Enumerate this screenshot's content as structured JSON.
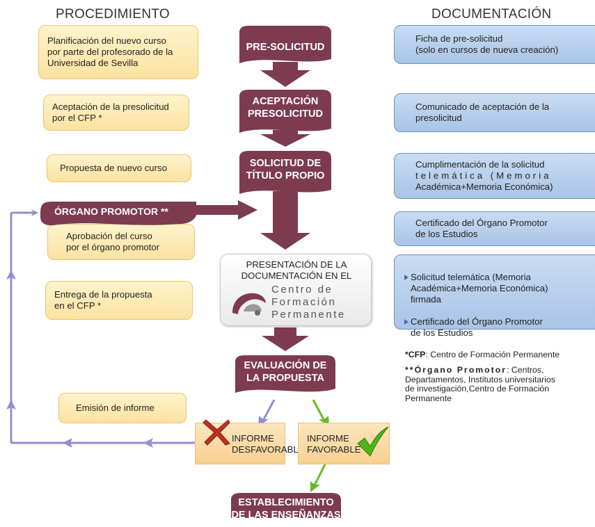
{
  "headers": {
    "procedimiento": "PROCEDIMIENTO",
    "documentacion": "DOCUMENTACIÓN"
  },
  "procedure": [
    "Planificación del nuevo curso\npor parte del profesorado de la\nUniversidad de Sevilla",
    "Aceptación de la presolicitud\npor el CFP *",
    "Propuesta de nuevo curso",
    "Aprobación del curso\npor el órgano promotor",
    "Entrega de la propuesta\nen el CFP *",
    "Emisión de informe"
  ],
  "organo_promotor": "ÓRGANO PROMOTOR **",
  "stages": [
    "PRE-SOLICITUD",
    "ACEPTACIÓN\nPRESOLICITUD",
    "SOLICITUD DE\nTÍTULO PROPIO",
    "EVALUACIÓN DE\nLA PROPUESTA",
    "ESTABLECIMIENTO\nDE LAS ENSEÑANZAS"
  ],
  "presentation": {
    "title": "PRESENTACIÓN DE LA\nDOCUMENTACIÓN EN EL",
    "logo_line1": "Centro de",
    "logo_line2": "Formación",
    "logo_line3": "Permanente"
  },
  "documentation": {
    "doc1": "Ficha de pre-solicitud\n(solo en cursos de nueva creación)",
    "doc2": "Comunicado de aceptación de la\npresolicitud",
    "doc3a": "Cumplimentación de la solicitud",
    "doc3b": "telemática (Memoria",
    "doc3c": "Académica+Memoria Económica)",
    "doc4": "Certificado del Órgano Promotor\nde los Estudios",
    "doc5a": "Solicitud telemática (Memoria\nAcadémica+Memoria Económica)\nfirmada",
    "doc5b": "Certificado del Órgano Promotor\nde los Estudios"
  },
  "results": {
    "desfavorable": "INFORME\nDESFAVORABLE",
    "favorable": "INFORME\nFAVORABLE"
  },
  "notes": {
    "cfp_key": "*CFP",
    "cfp_text": ": Centro de Formación Permanente",
    "op_key": "**Órgano Promotor",
    "op_text": ": Centros,\nDepartamentos, Institutos universitarios\nde investigación,Centro de Formación\nPermanente"
  },
  "colors": {
    "stage": "#7d3b4f",
    "arrow_stage": "#7d3b4f",
    "arrow_return": "#8f8fd3",
    "arrow_ok": "#66bb22",
    "cross": "#c0301e",
    "check": "#49b51f"
  }
}
